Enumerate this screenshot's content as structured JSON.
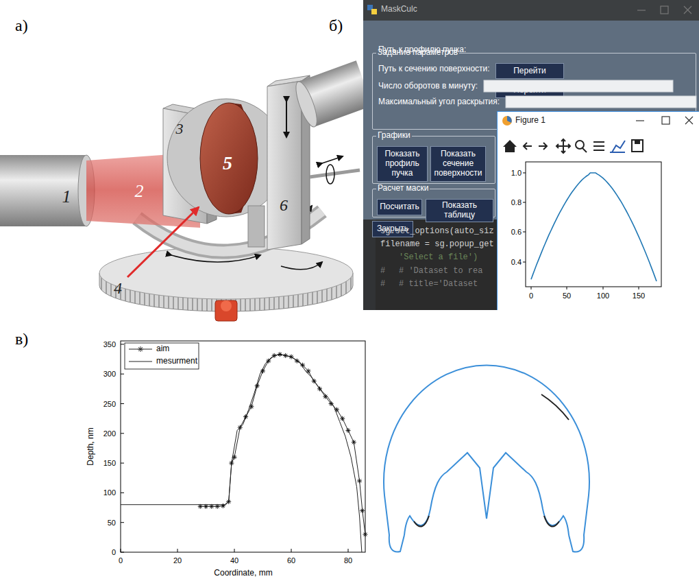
{
  "diagram": {
    "nodes": [
      {
        "text": [
          "MaskCulc"
        ]
      },
      {
        "text": [
          "Задание параметров"
        ],
        "in": 0
      },
      {
        "text": [
          "Перейти"
        ],
        "in": 1
      },
      {
        "text": [
          "Перейти"
        ],
        "in": 1
      },
      {
        "text": [
          "Графики"
        ],
        "in": 0
      },
      {
        "text": [
          "Показать профиль пучка"
        ],
        "in": 4
      },
      {
        "text": [
          "Показать сечение поверхности"
        ],
        "in": 4
      },
      {
        "text": [
          "Расчет маски"
        ],
        "in": 0
      },
      {
        "text": [
          "Посчитать"
        ],
        "in": 7
      },
      {
        "text": [
          "Показать таблицу"
        ],
        "in": 7
      },
      {
        "text": [
          "Закрыть"
        ],
        "in": 0
      },
      {
        "text": [
          "Figure 1"
        ]
      }
    ],
    "labels": [
      "а)",
      "б)",
      "в)",
      "1",
      "2",
      "3",
      "4",
      "5",
      "6",
      "Путь к профилю пучка:",
      "Путь к сечению поверхности:",
      "Число оборотов в минуту:",
      "Максимальный угол раскрытия:",
      "sg.set_options(auto_siz",
      "filename = sg.popup_get",
      "'Select a file')",
      "#",
      "# 'Dataset to rea",
      "#",
      "# title='Dataset",
      "1.0",
      "0.8",
      "0.6",
      "0.4",
      "0",
      "50",
      "100",
      "150",
      "0",
      "50",
      "100",
      "150",
      "200",
      "250",
      "300",
      "350",
      "0",
      "20",
      "40",
      "60",
      "80",
      "Depth, nm",
      "Coordinate, mm"
    ],
    "legend": [
      {
        "text": "aim"
      },
      {
        "text": "mesurment"
      }
    ]
  }
}
